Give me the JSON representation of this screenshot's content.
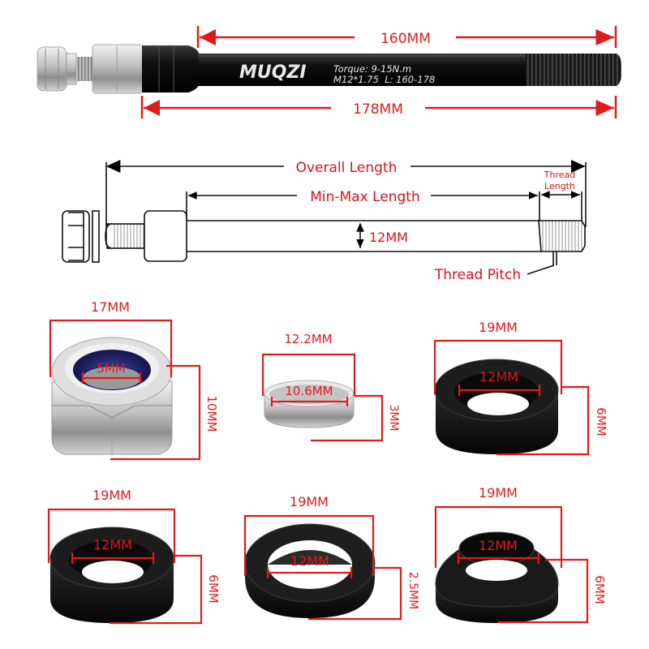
{
  "axle_photo": {
    "brand": "MUQZI",
    "spec_line1": "Torque: 9-15N.m",
    "spec_line2": "M12*1.75  L: 160-178",
    "dim_top": "160MM",
    "dim_bottom": "178MM"
  },
  "schematic": {
    "overall_length": "Overall Length",
    "min_max_length": "Min-Max Length",
    "thread_length_line1": "Thread",
    "thread_length_line2": "Length",
    "diameter": "12MM",
    "thread_pitch": "Thread Pitch"
  },
  "parts": [
    {
      "name": "nylon-lock-nut",
      "outer": "17MM",
      "inner": "5MM",
      "height": "10MM"
    },
    {
      "name": "silver-spacer-ring",
      "outer": "12.2MM",
      "inner": "10.6MM",
      "height": "3MM"
    },
    {
      "name": "black-spacer-thick-top",
      "outer": "19MM",
      "inner": "12MM",
      "height": "6MM"
    },
    {
      "name": "black-spacer-thick-bottom",
      "outer": "19MM",
      "inner": "12MM",
      "height": "6MM"
    },
    {
      "name": "black-washer-thin",
      "outer": "19MM",
      "inner": "12MM",
      "height": "2.5MM"
    },
    {
      "name": "black-conical-spacer",
      "outer": "19MM",
      "inner": "12MM",
      "height": "6MM"
    }
  ],
  "colors": {
    "dimension_red": "#e01b1b",
    "axle_black": "#141414",
    "steel": "#c9c9c9"
  }
}
